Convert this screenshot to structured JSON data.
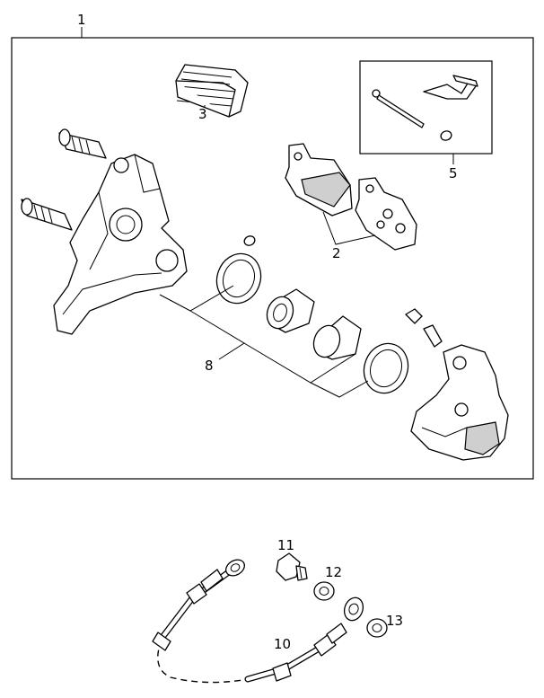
{
  "callouts": {
    "assembly": "1",
    "pads": "2",
    "shim": "3",
    "pin_kit": "5",
    "seals": "8",
    "hose": "10",
    "banjo_bolt": "11",
    "washer_a": "12",
    "washer_b": "13"
  }
}
